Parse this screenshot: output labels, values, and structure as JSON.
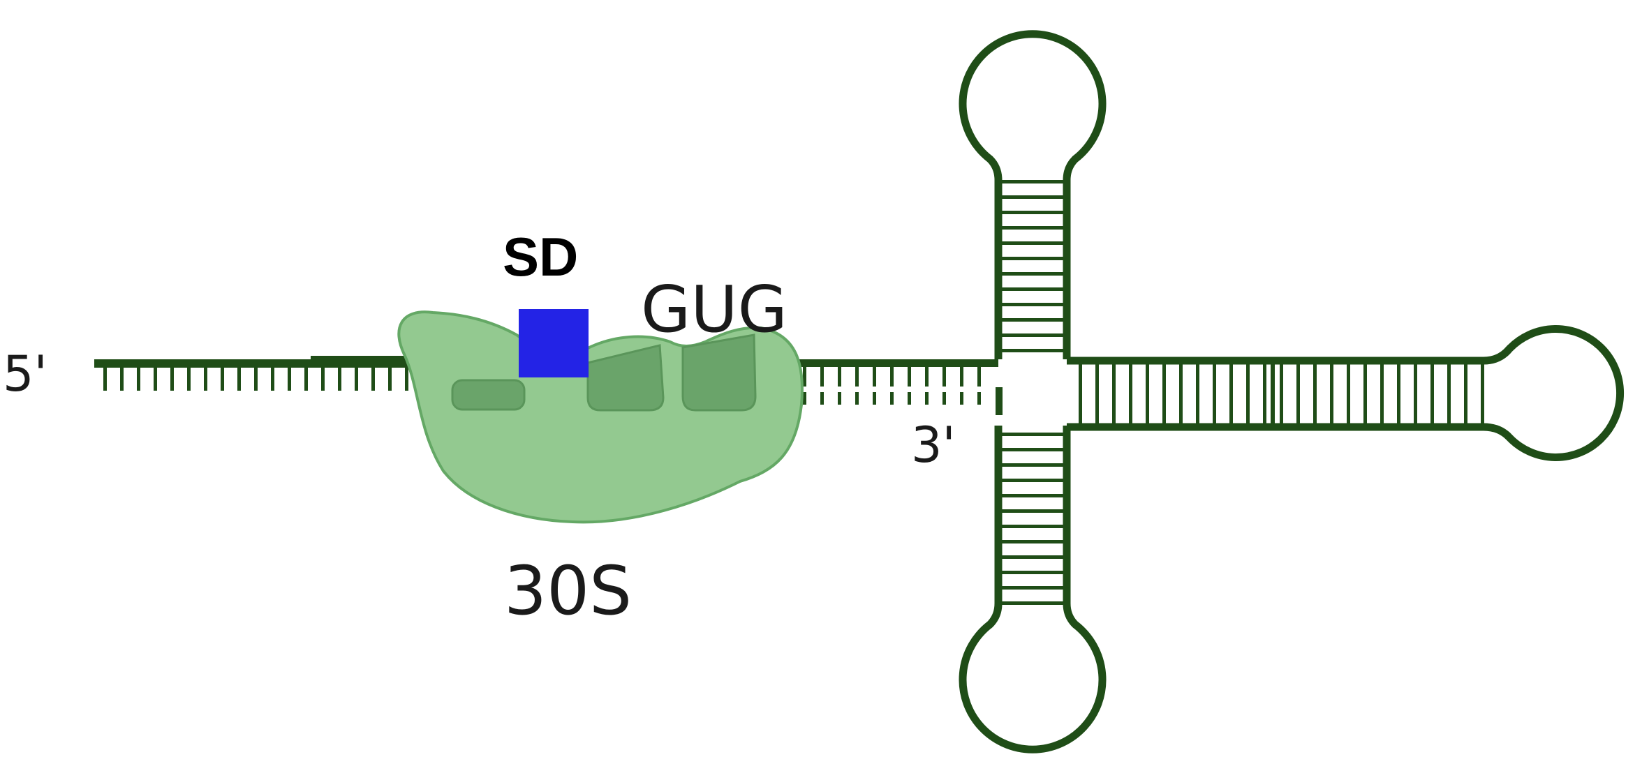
{
  "labels": {
    "five_prime": "5'",
    "three_prime": "3'",
    "sd": "SD",
    "start_codon": "GUG",
    "ribosome": "30S"
  },
  "colors": {
    "rna_strand": "#1f4d17",
    "ribosome_fill": "#93c990",
    "ribosome_stroke": "#64a865",
    "ribosome_pocket": "#6aa46a",
    "sd_box": "#2323e6",
    "label_text": "#1a1a1a"
  }
}
